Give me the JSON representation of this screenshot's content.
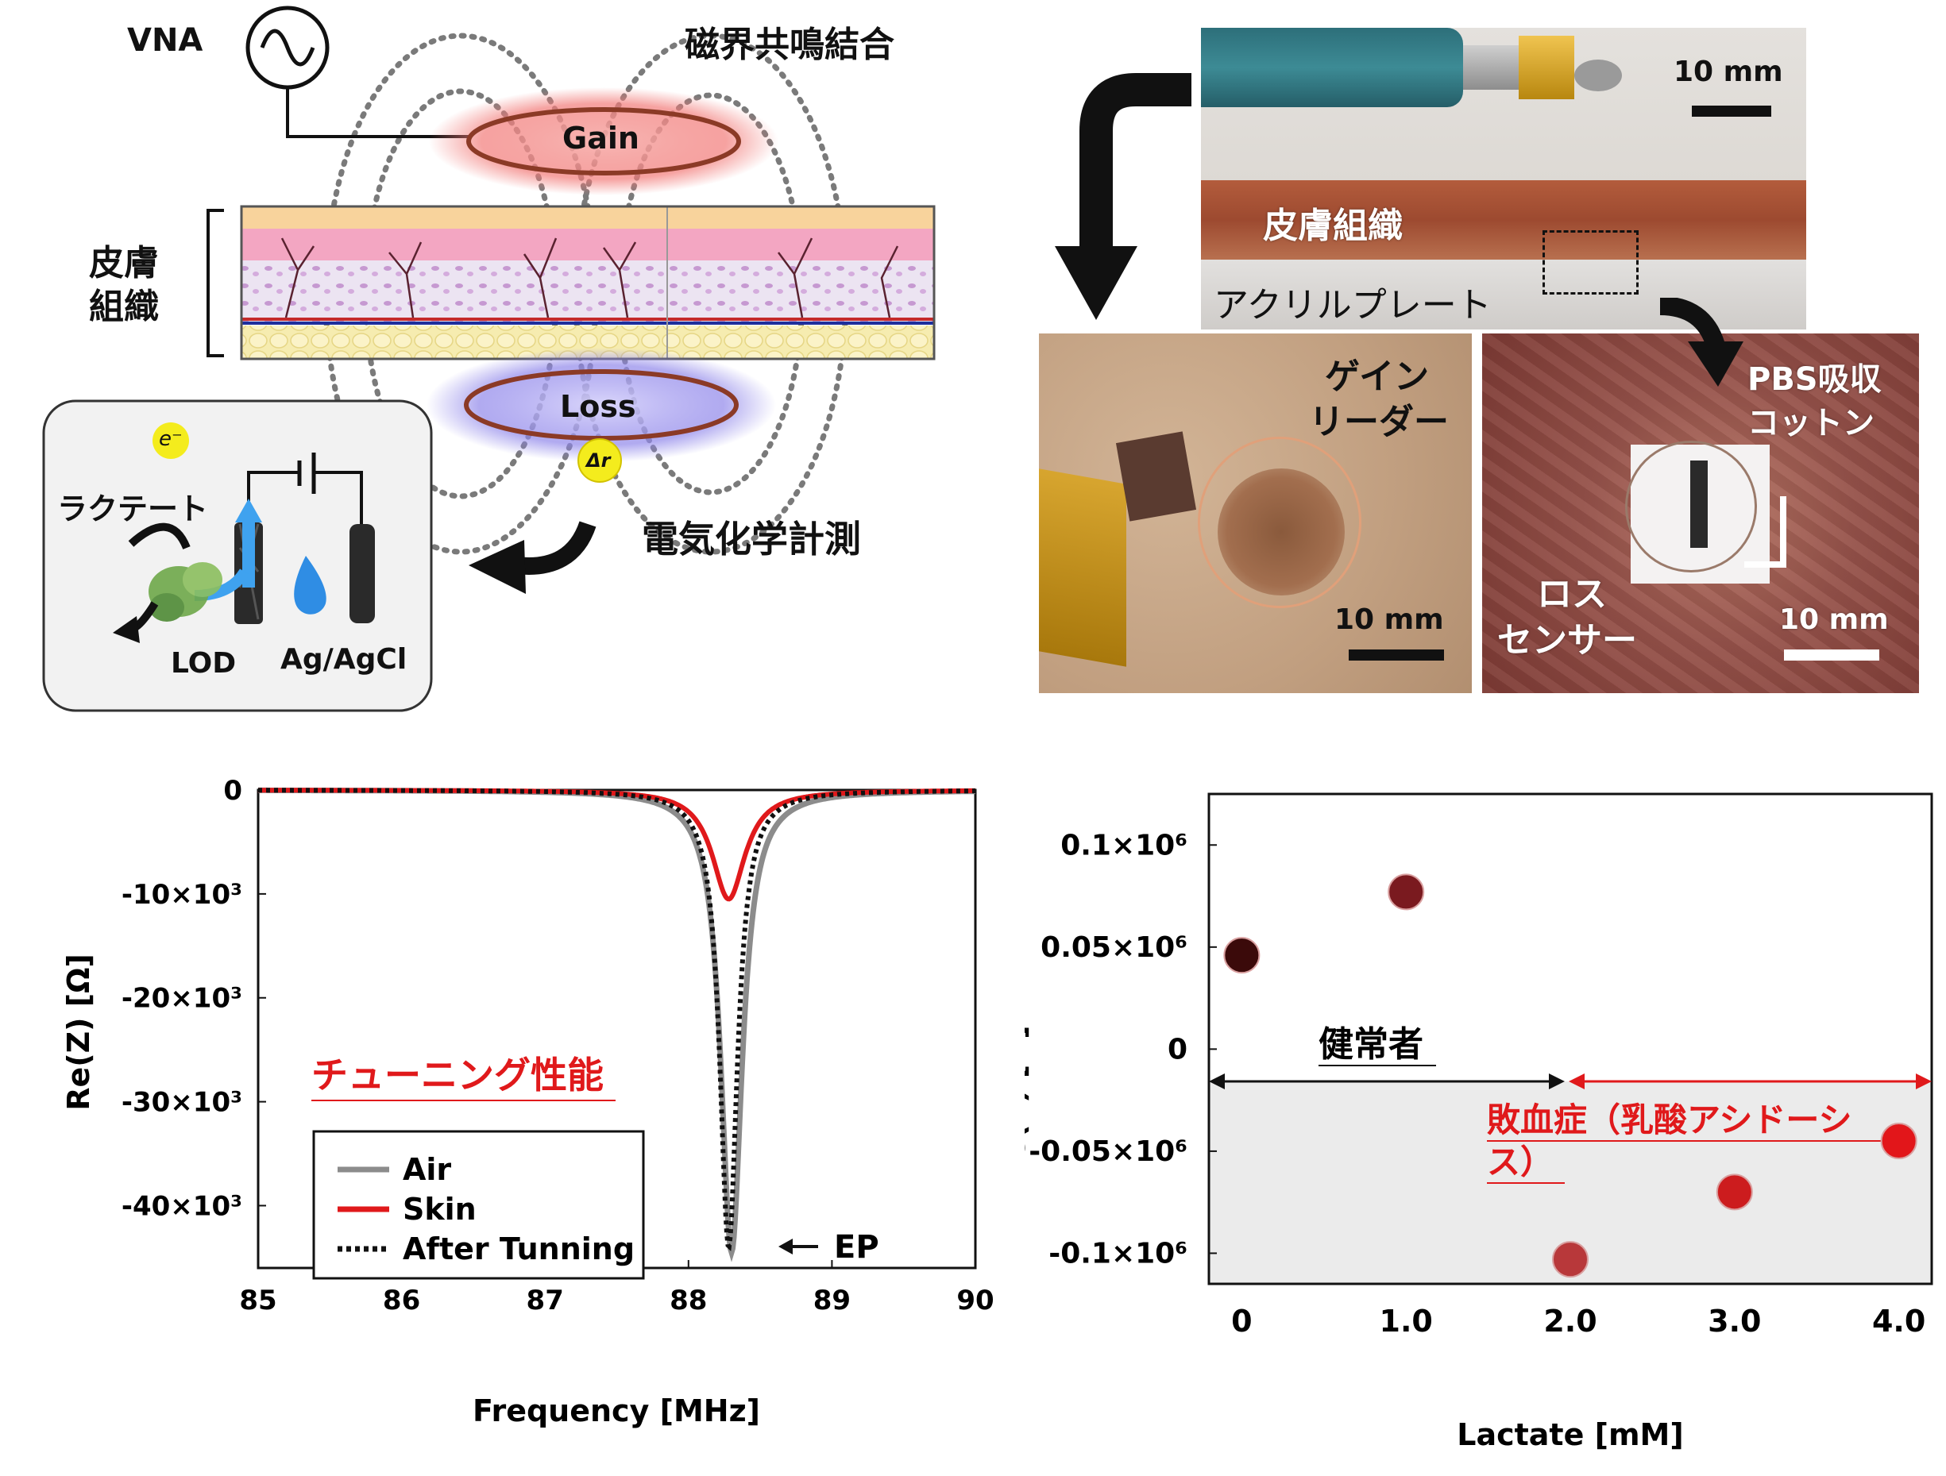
{
  "schematic": {
    "vna": "VNA",
    "coupling": "磁界共鳴結合",
    "gain": "Gain",
    "loss": "Loss",
    "skin_tissue": [
      "皮膚",
      "組織"
    ],
    "delta_r": "Δr",
    "electrochem": "電気化学計測",
    "inset": {
      "electron": "e⁻",
      "lactate": "ラクテート",
      "lod": "LOD",
      "ref": "Ag/AgCl"
    }
  },
  "photos": {
    "top": {
      "scale": "10 mm",
      "tissue": "皮膚組織",
      "plate": "アクリルプレート"
    },
    "left": {
      "label": [
        "ゲイン",
        "リーダー"
      ],
      "scale": "10 mm"
    },
    "right": {
      "cotton": [
        "PBS吸収",
        "コットン"
      ],
      "sensor": [
        "ロス",
        "センサー"
      ],
      "scale": "10 mm"
    }
  },
  "colors": {
    "air": "#8c8c8c",
    "skin": "#e0191b",
    "tuning": "#111111",
    "red_text": "#e0191b",
    "gain_glow": "#f27a78",
    "loss_glow": "#8f86ea"
  },
  "chart_data": [
    {
      "type": "line",
      "title": "",
      "xlabel": "Frequency [MHz]",
      "ylabel": "Re(Z) [Ω]",
      "xlim": [
        85,
        90
      ],
      "ylim": [
        -46000,
        0
      ],
      "x_ticks": [
        "85",
        "86",
        "87",
        "88",
        "89",
        "90"
      ],
      "y_ticks": [
        "0",
        "-10×10³",
        "-20×10³",
        "-30×10³",
        "-40×10³"
      ],
      "annotation": "チューニング性能",
      "ep_label": "EP",
      "legend_placement": "bottom-left",
      "series": [
        {
          "name": "Air",
          "center": 88.3,
          "min": -44500,
          "halfwidth": 0.09
        },
        {
          "name": "Skin",
          "center": 88.28,
          "min": -10500,
          "halfwidth": 0.14
        },
        {
          "name": "After Tunning",
          "center": 88.28,
          "min": -44000,
          "halfwidth": 0.075
        }
      ]
    },
    {
      "type": "scatter",
      "title": "",
      "xlabel": "Lactate [mM]",
      "ylabel": "Re(Z) [Ω]",
      "xlim": [
        -0.2,
        4.2
      ],
      "ylim": [
        -0.115,
        0.125
      ],
      "x_ticks": [
        "0",
        "1.0",
        "2.0",
        "3.0",
        "4.0"
      ],
      "y_ticks": [
        "0.1×10⁶",
        "0.05×10⁶",
        "0",
        "-0.05×10⁶",
        "-0.1×10⁶"
      ],
      "healthy_label": "健常者",
      "sepsis_label": [
        "敗血症（乳酸アシドーシ",
        "ス）"
      ],
      "points": [
        {
          "x": 0,
          "y": 0.046,
          "color": "#3b0a0a"
        },
        {
          "x": 1.0,
          "y": 0.077,
          "color": "#7a1a1f"
        },
        {
          "x": 2.0,
          "y": -0.103,
          "color": "#b8383a"
        },
        {
          "x": 3.0,
          "y": -0.07,
          "color": "#cc1c1e"
        },
        {
          "x": 4.0,
          "y": -0.045,
          "color": "#e2161a"
        }
      ]
    }
  ]
}
